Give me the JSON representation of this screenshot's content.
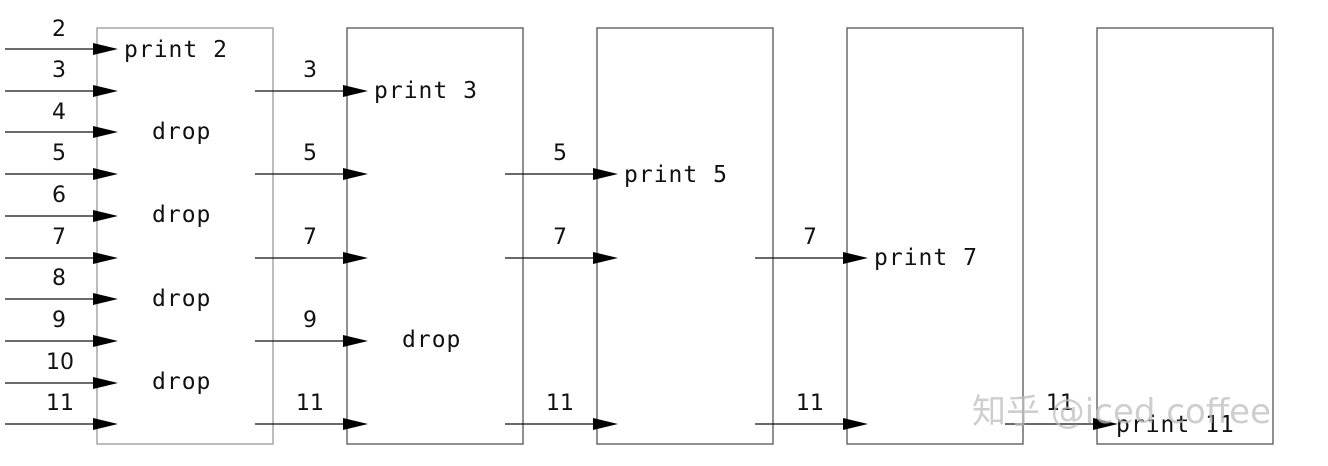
{
  "diagram": {
    "stages": [
      {
        "inputs": [
          "2",
          "3",
          "4",
          "5",
          "6",
          "7",
          "8",
          "9",
          "10",
          "11"
        ],
        "labels": [
          "print 2",
          "drop",
          "drop",
          "drop",
          "drop"
        ]
      },
      {
        "inputs": [
          "3",
          "5",
          "7",
          "9",
          "11"
        ],
        "labels": [
          "print 3",
          "drop"
        ]
      },
      {
        "inputs": [
          "5",
          "7",
          "11"
        ],
        "labels": [
          "print 5"
        ]
      },
      {
        "inputs": [
          "7",
          "11"
        ],
        "labels": [
          "print 7"
        ]
      },
      {
        "inputs": [
          "11"
        ],
        "labels": [
          "print 11"
        ]
      }
    ],
    "watermark": "知乎 @iced coffee"
  }
}
